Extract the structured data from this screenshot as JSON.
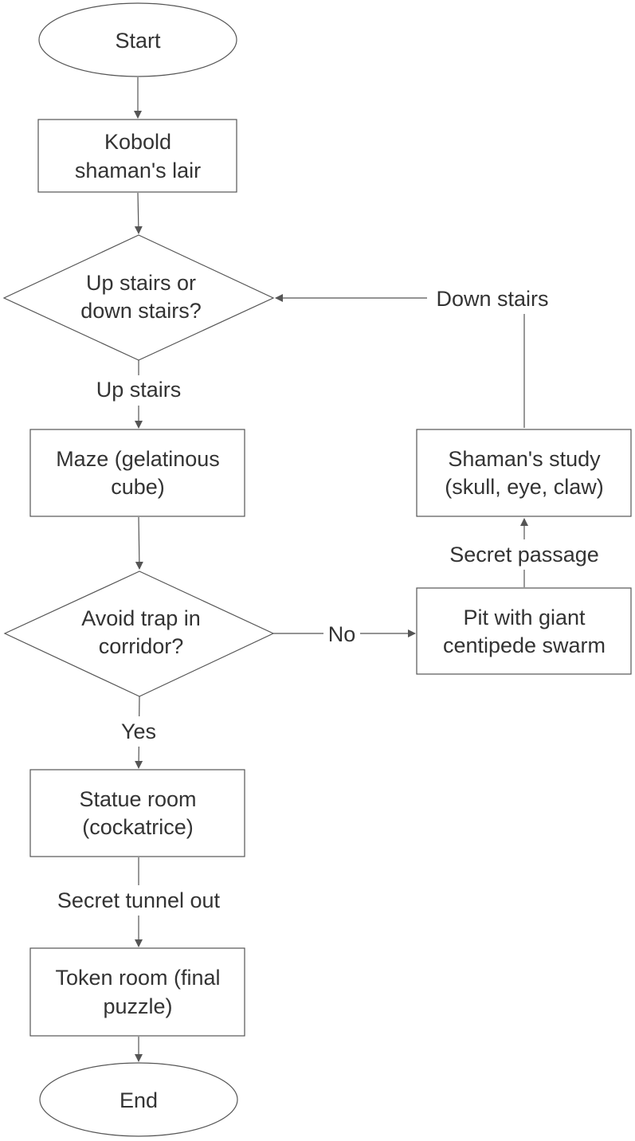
{
  "nodes": {
    "start": {
      "text": "Start"
    },
    "lair": {
      "line1": "Kobold",
      "line2": "shaman's lair"
    },
    "stairs": {
      "line1": "Up stairs or",
      "line2": "down stairs?"
    },
    "maze": {
      "line1": "Maze (gelatinous",
      "line2": "cube)"
    },
    "study": {
      "line1": "Shaman's study",
      "line2": "(skull, eye, claw)"
    },
    "trap": {
      "line1": "Avoid trap in",
      "line2": "corridor?"
    },
    "pit": {
      "line1": "Pit with giant",
      "line2": "centipede swarm"
    },
    "statue": {
      "line1": "Statue room",
      "line2": "(cockatrice)"
    },
    "token": {
      "line1": "Token room (final",
      "line2": "puzzle)"
    },
    "end": {
      "text": "End"
    }
  },
  "edge_labels": {
    "down_stairs": "Down stairs",
    "up_stairs": "Up stairs",
    "secret_passage": "Secret passage",
    "no": "No",
    "yes": "Yes",
    "secret_tunnel": "Secret tunnel out"
  },
  "colors": {
    "stroke": "#555555",
    "text": "#333333",
    "fill": "#ffffff"
  }
}
